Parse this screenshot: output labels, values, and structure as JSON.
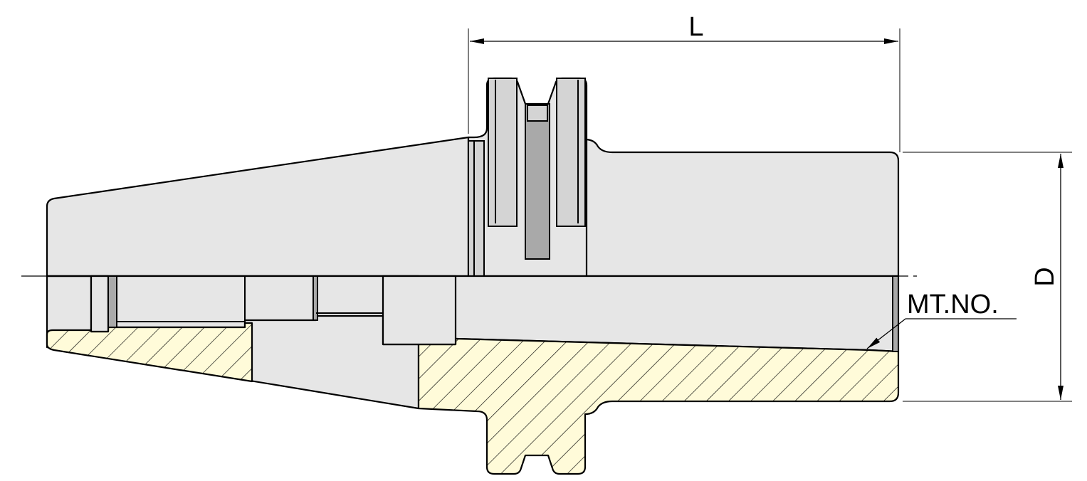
{
  "dimensions": {
    "length_label": "L",
    "diameter_label": "D",
    "taper_label": "MT.NO."
  },
  "colors": {
    "body": "#e6e6e6",
    "section_hatch_background": "#fffbd9",
    "hatch_lines": "#000000",
    "dark_faces": "#a9a9a9"
  }
}
